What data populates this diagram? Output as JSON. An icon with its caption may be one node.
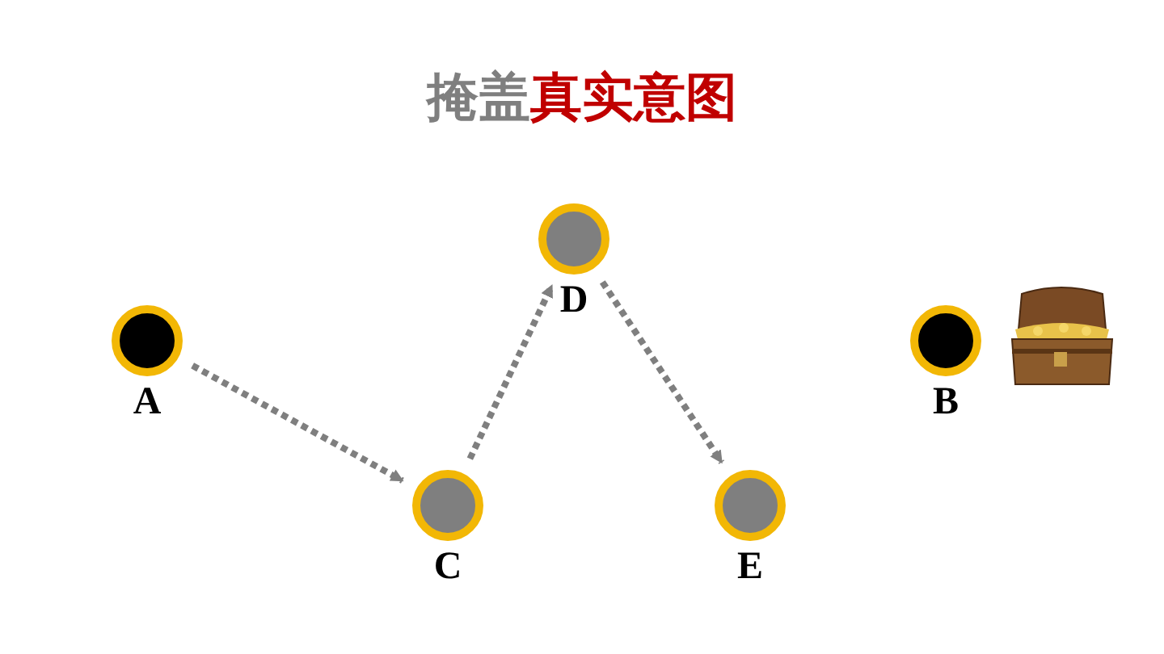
{
  "diagram": {
    "title": "掩盖**真实意图**",
    "nodes": [
      {
        "text": [
          "A"
        ]
      },
      {
        "text": [
          "C"
        ]
      },
      {
        "text": [
          "D"
        ]
      },
      {
        "text": [
          "E"
        ]
      },
      {
        "text": [
          "B"
        ]
      },
      {
        "text": [],
        "shape": "picture"
      }
    ],
    "edges": [
      {
        "from": 0,
        "to": 1,
        "arrow": "to",
        "style": "dashed"
      },
      {
        "from": 1,
        "to": 2,
        "arrow": "to",
        "style": "dashed"
      },
      {
        "from": 2,
        "to": 3,
        "arrow": "to",
        "style": "dashed"
      }
    ]
  }
}
